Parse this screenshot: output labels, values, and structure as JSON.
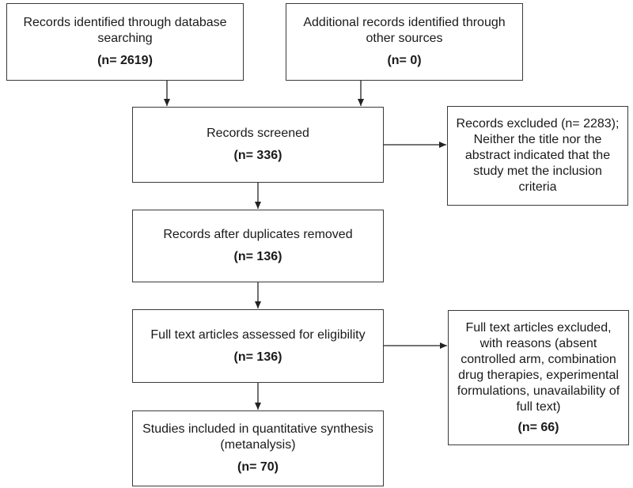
{
  "boxes": {
    "identified_db": {
      "text": "Records identified through database searching",
      "count": "(n= 2619)"
    },
    "identified_other": {
      "text": "Additional records identified through other sources",
      "count": "(n= 0)"
    },
    "screened": {
      "text": "Records screened",
      "count": "(n= 336)"
    },
    "excluded_screen": {
      "text": "Records excluded (n= 2283); Neither the title nor the abstract indicated that the study met the inclusion criteria"
    },
    "dedup": {
      "text": "Records after duplicates removed",
      "count": "(n= 136)"
    },
    "fulltext": {
      "text": "Full text articles assessed for eligibility",
      "count": "(n= 136)"
    },
    "excluded_fulltext": {
      "text": "Full text articles excluded, with reasons (absent controlled arm, combination drug therapies, experimental formulations, unavailability of full text)",
      "count": "(n= 66)"
    },
    "included": {
      "text": "Studies included in quantitative synthesis (metanalysis)",
      "count": "(n= 70)"
    }
  },
  "colors": {
    "border": "#3a3a3a",
    "arrow": "#222222",
    "text": "#1a1a1a"
  }
}
